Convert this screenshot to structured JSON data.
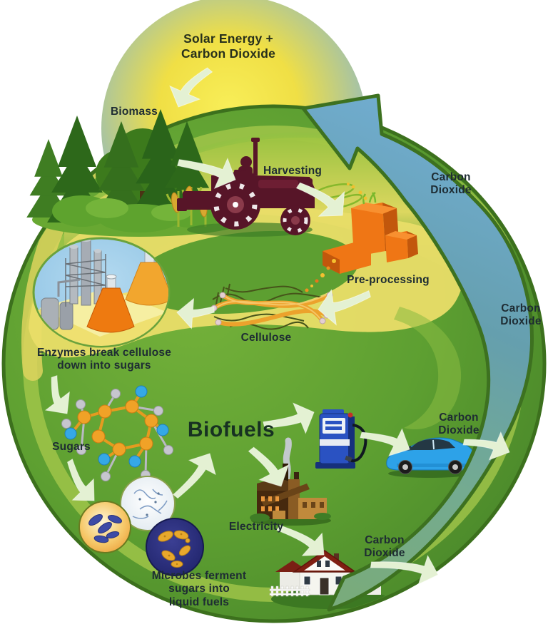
{
  "diagram": {
    "type": "biofuel-carbon-cycle",
    "labels": {
      "solar": "Solar Energy +\nCarbon Dioxide",
      "biomass": "Biomass",
      "harvesting": "Harvesting",
      "co2_upper_right": "Carbon\nDioxide",
      "preprocessing": "Pre-processing",
      "co2_right": "Carbon\nDioxide",
      "cellulose": "Cellulose",
      "enzymes": "Enzymes break cellulose\ndown into sugars",
      "sugars": "Sugars",
      "biofuels": "Biofuels",
      "co2_car": "Carbon\nDioxide",
      "electricity": "Electricity",
      "co2_house": "Carbon\nDioxide",
      "microbes": "Microbes ferment\nsugars into\nliquid fuels"
    },
    "nodes": [
      {
        "id": "solar",
        "label": "Solar Energy + Carbon Dioxide",
        "icon": "sun-sky-disc"
      },
      {
        "id": "biomass",
        "label": "Biomass",
        "icon": "forest-biomass-icon"
      },
      {
        "id": "harvesting",
        "label": "Harvesting",
        "icon": "tractor-icon"
      },
      {
        "id": "preprocessing",
        "label": "Pre-processing",
        "icon": "preprocessor-icon"
      },
      {
        "id": "cellulose",
        "label": "Cellulose",
        "icon": "cellulose-fibers-icon"
      },
      {
        "id": "enzymes",
        "label": "Enzymes break cellulose down into sugars",
        "icon": "enzyme-refinery-icon"
      },
      {
        "id": "sugars",
        "label": "Sugars",
        "icon": "sugar-molecule-icon"
      },
      {
        "id": "microbes",
        "label": "Microbes ferment sugars into liquid fuels",
        "icon": "microbe-culture-icons"
      },
      {
        "id": "biofuels",
        "label": "Biofuels",
        "icon": null
      },
      {
        "id": "fuel_pump",
        "label": "",
        "icon": "fuel-pump-icon"
      },
      {
        "id": "car",
        "label": "Carbon Dioxide",
        "icon": "car-icon"
      },
      {
        "id": "electricity",
        "label": "Electricity",
        "icon": "power-plant-icon"
      },
      {
        "id": "home",
        "label": "Carbon Dioxide",
        "icon": "farmhouse-icon"
      },
      {
        "id": "atmosphere",
        "label": "Carbon Dioxide",
        "icon": "co2-return-arrow"
      }
    ],
    "flows": [
      {
        "from": "solar",
        "to": "biomass"
      },
      {
        "from": "biomass",
        "to": "harvesting"
      },
      {
        "from": "harvesting",
        "to": "preprocessing"
      },
      {
        "from": "preprocessing",
        "to": "cellulose"
      },
      {
        "from": "cellulose",
        "to": "enzymes"
      },
      {
        "from": "enzymes",
        "to": "sugars"
      },
      {
        "from": "sugars",
        "to": "microbes"
      },
      {
        "from": "microbes",
        "to": "biofuels"
      },
      {
        "from": "biofuels",
        "to": "fuel_pump"
      },
      {
        "from": "fuel_pump",
        "to": "car"
      },
      {
        "from": "car",
        "to": "atmosphere"
      },
      {
        "from": "biofuels",
        "to": "electricity"
      },
      {
        "from": "electricity",
        "to": "home"
      },
      {
        "from": "home",
        "to": "atmosphere"
      },
      {
        "from": "atmosphere",
        "to": "solar"
      }
    ],
    "colors": {
      "field_green": "#5d9f31",
      "ring_green": "#3c701d",
      "co2_band_top": "#72aed4",
      "co2_band_bottom": "#79ab7c",
      "sun_core": "#f7ec4e",
      "sky_edge": "#82b4d8",
      "swirl_yellow": "#e9dd68",
      "arrow_fill": "#e4f1d3",
      "label_text": "#1e2c33",
      "preprocessing_orange": "#ef7615",
      "tractor_maroon": "#571528",
      "pump_blue": "#2a52c2",
      "car_blue": "#2da2e8"
    }
  }
}
